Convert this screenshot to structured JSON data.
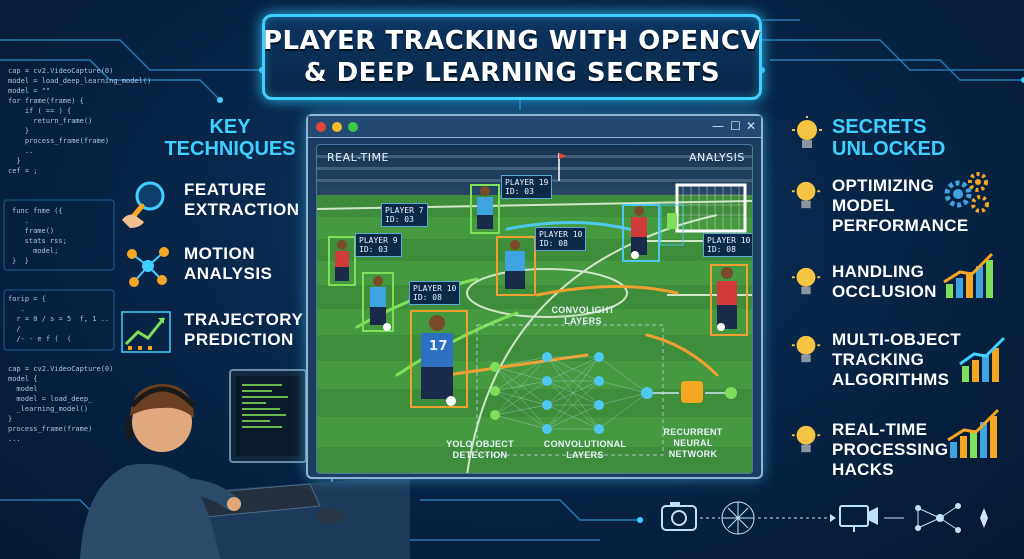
{
  "title": {
    "line1": "PLAYER TRACKING WITH OPENCV",
    "line2": "& DEEP LEARNING SECRETS"
  },
  "code_top": "cap = cv2.VideoCapture(0)\nmodel = load_deep_learning_model()\nmodel = \"\"\nfor frame(frame) {\n    if ( == ) {\n      return_frame()\n    }\n    process_frame(frame)\n    ..\n  }\ncef = ;",
  "code_mid": "func fnme ({\n   .\n   frame()\n   stats rss;\n     model;\n}  }",
  "code_mid2": "forip = {\n   .\n  r = 0 / s = 5  f, 1 ..\n  /\n  /- - e f (  (",
  "code_bottom": "cap = cv2.VideoCapture(0)\nmodel {\n  model\n  model = load_deep_\n  _learning_model()\n}\nprocess_frame(frame)\n...",
  "left_panel": {
    "heading_line1": "KEY",
    "heading_line2": "TECHNIQUES",
    "items": [
      {
        "line1": "FEATURE",
        "line2": "EXTRACTION",
        "icon": "magnifier-hand-icon"
      },
      {
        "line1": "MOTION",
        "line2": "ANALYSIS",
        "icon": "network-nodes-icon"
      },
      {
        "line1": "TRAJECTORY",
        "line2": "PREDICTION",
        "icon": "trend-chart-icon"
      }
    ]
  },
  "window": {
    "realtime_label": "REAL-TIME",
    "analysis_label": "ANALYSIS",
    "players": [
      {
        "name": "PLAYER 19",
        "id": "ID: 03"
      },
      {
        "name": "PLAYER 7",
        "id": "ID: 03"
      },
      {
        "name": "PLAYER 9",
        "id": "ID: 03"
      },
      {
        "name": "PLAYER 10",
        "id": "ID: 08"
      },
      {
        "name": "PLAYER 10",
        "id": "ID: 08"
      },
      {
        "name": "PLAYER 10",
        "id": "ID: 08"
      }
    ],
    "jersey_number": "17",
    "nn": {
      "top_label_line1": "CONVOLIGHT",
      "top_label_line2": "LAYERS",
      "yolo_line1": "YOLO OBJECT",
      "yolo_line2": "DETECTION",
      "conv_line1": "CONVOLUTIONAL",
      "conv_line2": "LAYERS",
      "rnn_line1": "RECURRENT",
      "rnn_line2": "NEURAL",
      "rnn_line3": "NETWORK"
    }
  },
  "right_panel": {
    "heading_line1": "SECRETS",
    "heading_line2": "UNLOCKED",
    "items": [
      {
        "line1": "OPTIMIZING",
        "line2": "MODEL",
        "line3": "PERFORMANCE",
        "icon": "gears-icon"
      },
      {
        "line1": "HANDLING",
        "line2": "OCCLUSION",
        "line3": "",
        "icon": "bar-chart-icon"
      },
      {
        "line1": "MULTI-OBJECT",
        "line2": "TRACKING",
        "line3": "ALGORITHMS",
        "icon": "bar-chart-icon"
      },
      {
        "line1": "REAL-TIME",
        "line2": "PROCESSING",
        "line3": "HACKS",
        "icon": "bar-chart-icon"
      }
    ]
  },
  "colors": {
    "accent": "#3fd0ff",
    "highlight": "#f5a623",
    "green_box": "#7ee05a",
    "orange_box": "#f0a030",
    "cyan_box": "#4fc8f0"
  }
}
